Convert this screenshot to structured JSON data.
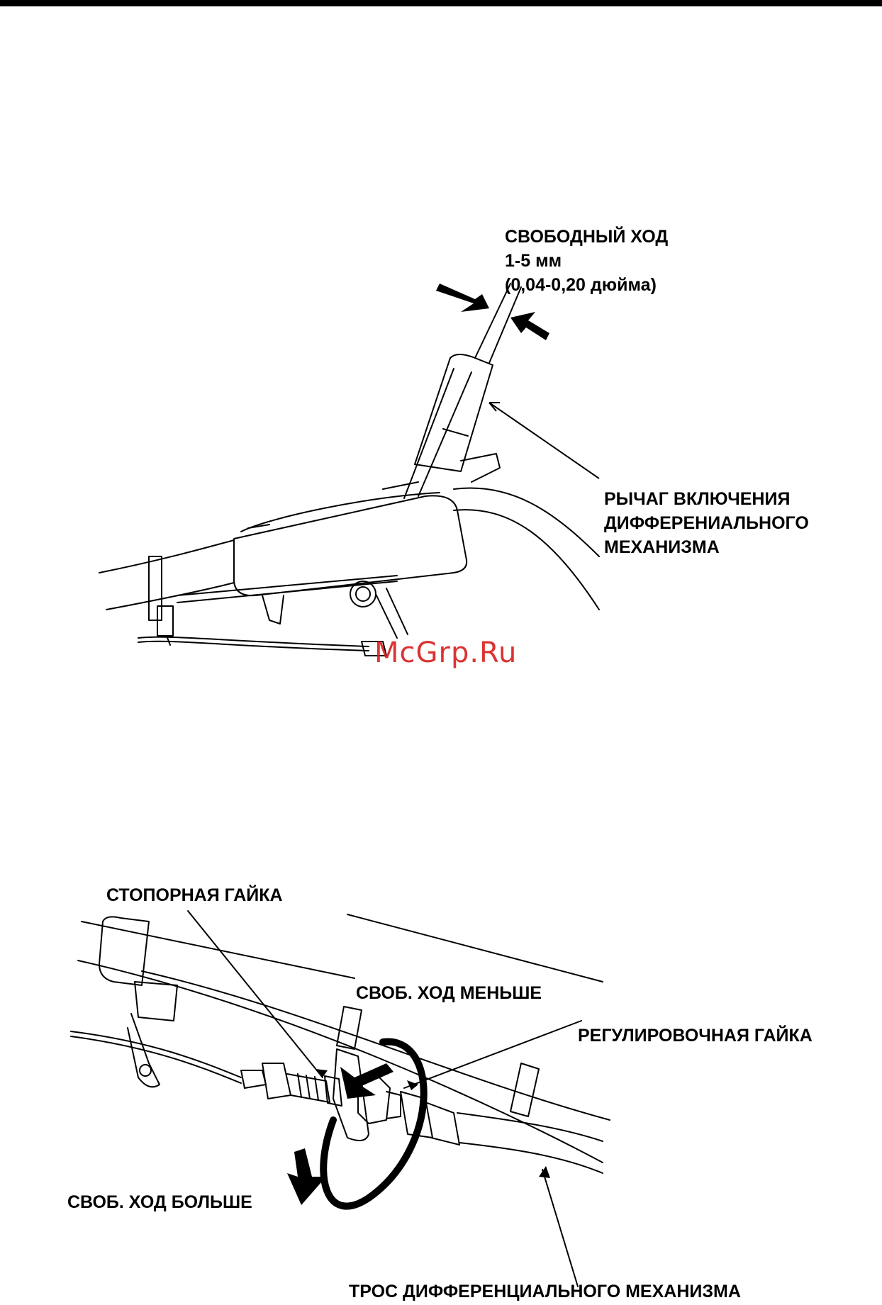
{
  "figure1": {
    "free_play": {
      "title": "СВОБОДНЫЙ ХОД",
      "value_mm": "1-5 мм",
      "value_in": "(0,04-0,20 дюйма)"
    },
    "lever_label": {
      "line1": "РЫЧАГ ВКЛЮЧЕНИЯ",
      "line2": "ДИФФЕРЕНИАЛЬНОГО",
      "line3": "МЕХАНИЗМА"
    },
    "watermark": "McGrp.Ru"
  },
  "figure2": {
    "lock_nut": "СТОПОРНАЯ ГАЙКА",
    "less_play": "СВОБ. ХОД МЕНЬШЕ",
    "adjust_nut": "РЕГУЛИРОВОЧНАЯ ГАЙКА",
    "more_play": "СВОБ. ХОД БОЛЬШЕ",
    "cable": "ТРОС ДИФФЕРЕНЦИАЛЬНОГО МЕХАНИЗМА"
  }
}
